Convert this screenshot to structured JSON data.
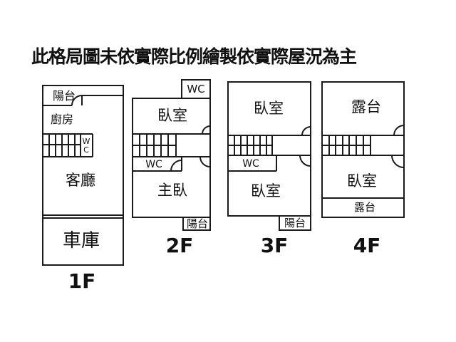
{
  "title": "此格局圖未依實際比例繪製依實際屋況為主",
  "colors": {
    "background": "#ffffff",
    "line": "#1a1a1a",
    "text": "#111111"
  },
  "floors": [
    {
      "label": "1F",
      "balcony": "陽台",
      "kitchen": "廚房",
      "stairs_wc_letter_top": "W",
      "stairs_wc_letter_bottom": "C",
      "living_room": "客廳",
      "garage": "車庫"
    },
    {
      "label": "2F",
      "wc_upper": "WC",
      "bedroom": "臥室",
      "wc": "WC",
      "master_bedroom": "主臥",
      "balcony": "陽台"
    },
    {
      "label": "3F",
      "bedroom_front": "臥室",
      "wc": "WC",
      "bedroom_rear": "臥室",
      "balcony": "陽台"
    },
    {
      "label": "4F",
      "terrace_front": "露台",
      "bedroom": "臥室",
      "terrace_rear": "露台"
    }
  ]
}
